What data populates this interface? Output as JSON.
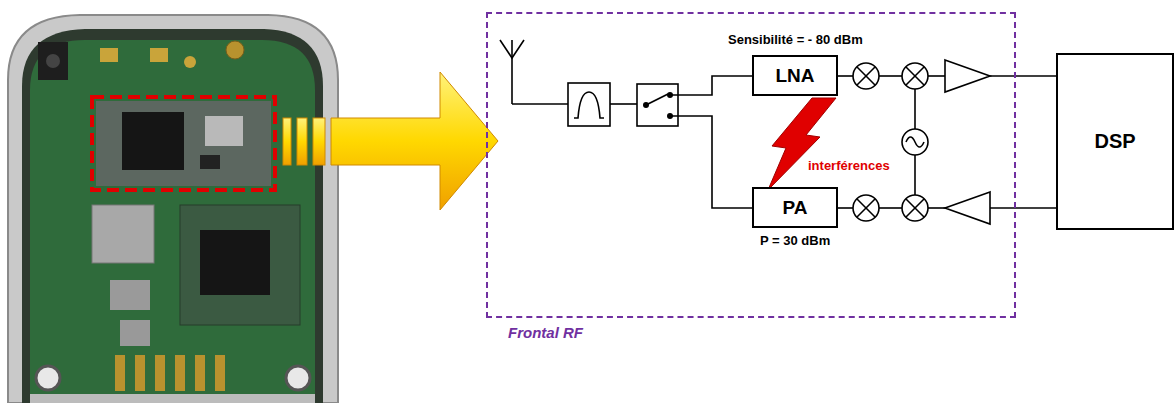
{
  "diagram": {
    "nodes": [
      {
        "text": [
          "Frontal RF"
        ]
      },
      {
        "text": [
          "LNA"
        ],
        "in": 0
      },
      {
        "text": [
          "PA"
        ],
        "in": 0
      },
      {
        "text": [
          "DSP"
        ]
      }
    ],
    "labels": [
      "Sensibilité = - 80 dBm",
      "P = 30 dBm",
      "interférences"
    ]
  }
}
